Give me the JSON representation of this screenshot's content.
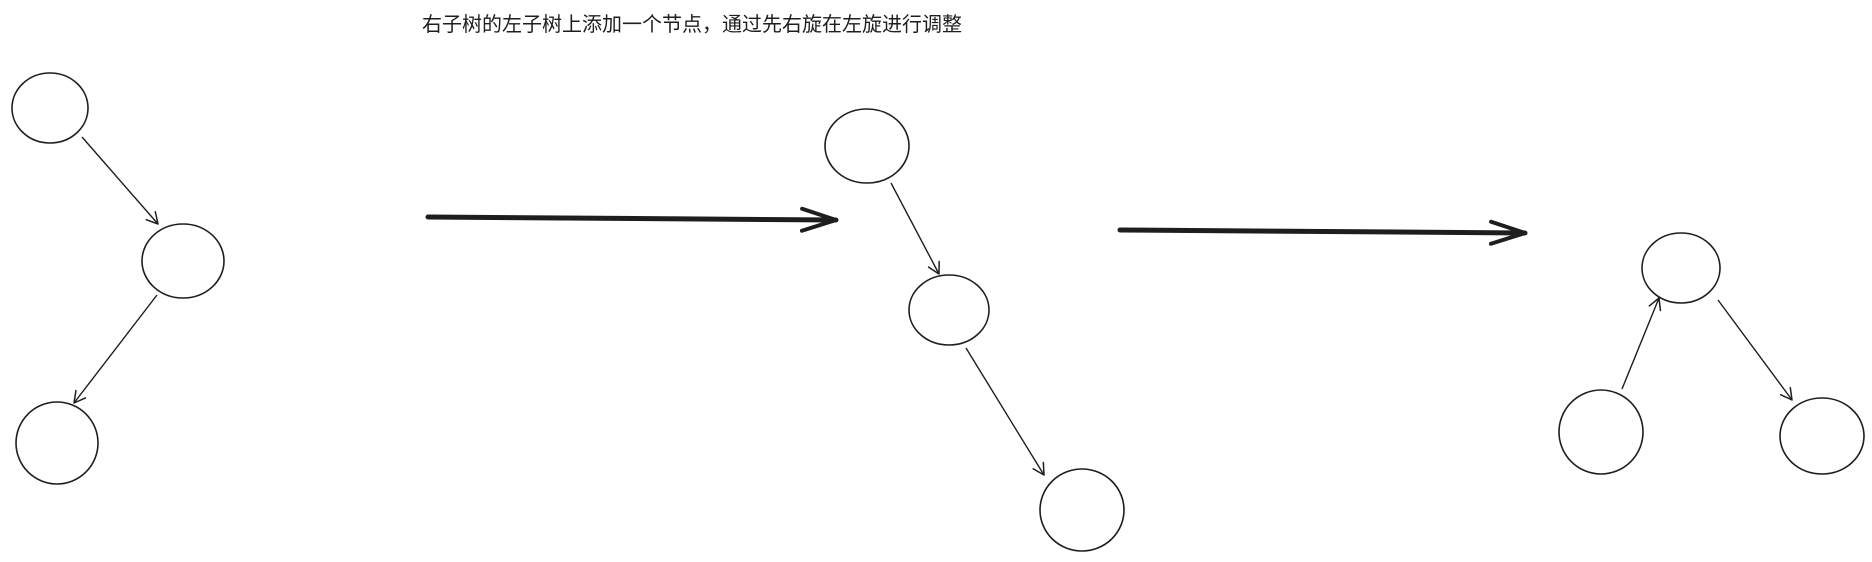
{
  "caption": "右子树的左子树上添加一个节点，通过先右旋在左旋进行调整",
  "colors": {
    "stroke": "#1e1e1e",
    "background": "#ffffff"
  },
  "diagram": {
    "stages": [
      {
        "id": "initial",
        "nodes": 3,
        "shape": "right-then-left chain"
      },
      {
        "id": "after-right-rotation",
        "nodes": 3,
        "shape": "right chain"
      },
      {
        "id": "after-left-rotation",
        "nodes": 3,
        "shape": "balanced"
      }
    ],
    "transitions": [
      {
        "from": "initial",
        "to": "after-right-rotation"
      },
      {
        "from": "after-right-rotation",
        "to": "after-left-rotation"
      }
    ]
  }
}
